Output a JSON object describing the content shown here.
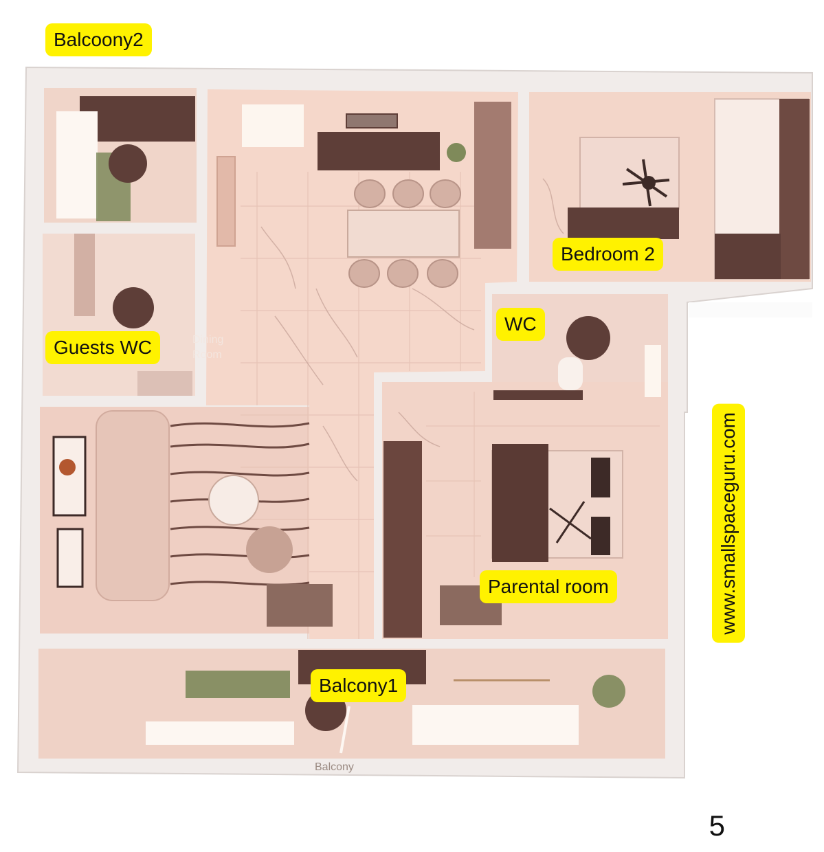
{
  "labels": {
    "balcony2": "Balcoony2",
    "bedroom2": "Bedroom 2",
    "wc": "WC",
    "guests_wc": "Guests WC",
    "parental_room": "Parental room",
    "balcony1": "Balcony1",
    "website": "www.smallspaceguru.com"
  },
  "floor_text": {
    "dining_line1": "Dining",
    "dining_line2": "Room",
    "balcony_bottom": "Balcony"
  },
  "page_number": "5",
  "colors": {
    "label_bg": "#fff200",
    "wall": "#f3efee",
    "floor": "#f2d3c6",
    "dark_wood": "#6e4a42"
  }
}
